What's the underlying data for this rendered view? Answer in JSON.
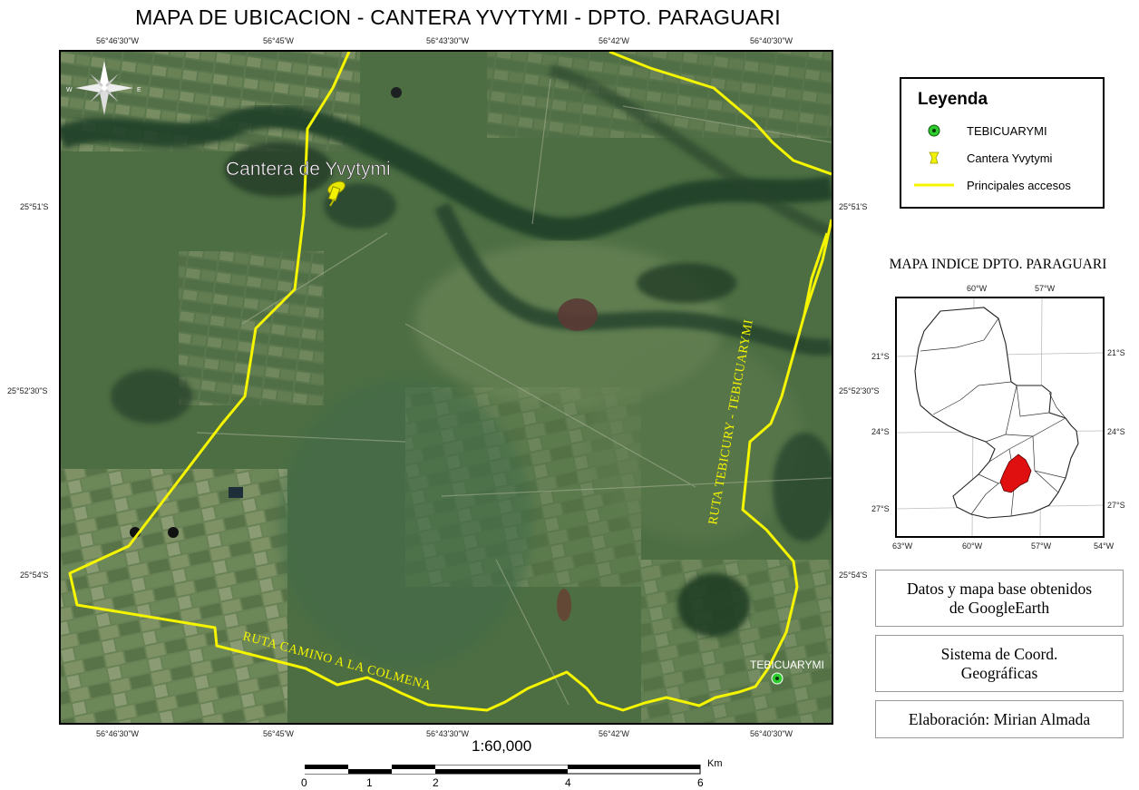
{
  "title": "MAPA DE UBICACION - CANTERA YVYTYMI - DPTO. PARAGUARI",
  "lon_ticks": [
    "56°46'30\"W",
    "56°45'W",
    "56°43'30\"W",
    "56°42'W",
    "56°40'30\"W"
  ],
  "lat_ticks": [
    "25°51'S",
    "25°52'30\"S",
    "25°54'S"
  ],
  "map_labels": {
    "cantera": "Cantera de Yvytymi",
    "town": "TEBICUARYMI",
    "road_east": "RUTA TEBICURY - TEBICUARYMI",
    "road_south": "RUTA CAMINO A LA COLMENA"
  },
  "north_arrow": {
    "icon": "compass-rose-icon",
    "west": "W",
    "east": "E"
  },
  "legend": {
    "title": "Leyenda",
    "items": [
      {
        "label": "TEBICUARYMI",
        "icon": "green-dot-icon"
      },
      {
        "label": "Cantera Yvytymi",
        "icon": "yellow-pin-icon"
      },
      {
        "label": "Principales accesos",
        "icon": "yellow-line-icon"
      }
    ]
  },
  "index_map": {
    "title": "MAPA INDICE DPTO. PARAGUARI",
    "top_ticks": [
      "60°W",
      "57°W"
    ],
    "bottom_ticks": [
      "63°W",
      "60°W",
      "57°W",
      "54°W"
    ],
    "left_ticks": [
      "21°S",
      "24°S",
      "27°S"
    ],
    "right_ticks": [
      "21°S",
      "24°S",
      "27°S"
    ]
  },
  "info": {
    "data_line1": "Datos y mapa base obtenidos",
    "data_line2": "de GoogleEarth",
    "coord_line1": "Sistema de Coord.",
    "coord_line2": "Geográficas",
    "author": "Elaboración: Mirian Almada"
  },
  "scale": {
    "ratio": "1:60,000",
    "unit": "Km",
    "labels": [
      "0",
      "1",
      "2",
      "4",
      "6"
    ]
  },
  "colors": {
    "road": "#f5f500",
    "town": "#2ecc2e",
    "department": "#e01010",
    "satellite_base": "#4d6e43"
  }
}
